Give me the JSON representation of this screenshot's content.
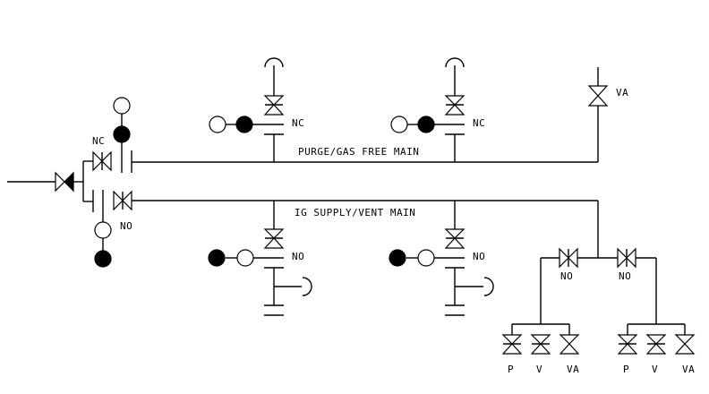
{
  "diagram": {
    "type": "piping-schematic",
    "mains": {
      "purge": "PURGE/GAS FREE MAIN",
      "ig_supply": "IG SUPPLY/VENT MAIN"
    },
    "inlet": {
      "upper_valve_label": "NC",
      "lower_valve_label": "NO"
    },
    "purge_branches": [
      {
        "label": "NC"
      },
      {
        "label": "NC"
      }
    ],
    "purge_vent_valve_label": "VA",
    "ig_branches": [
      {
        "label": "NO"
      },
      {
        "label": "NO"
      }
    ],
    "distribution": {
      "valves": [
        {
          "label": "NO"
        },
        {
          "label": "NO"
        }
      ],
      "groups": [
        {
          "outlets": [
            "P",
            "V",
            "VA"
          ]
        },
        {
          "outlets": [
            "P",
            "V",
            "VA"
          ]
        }
      ]
    }
  }
}
